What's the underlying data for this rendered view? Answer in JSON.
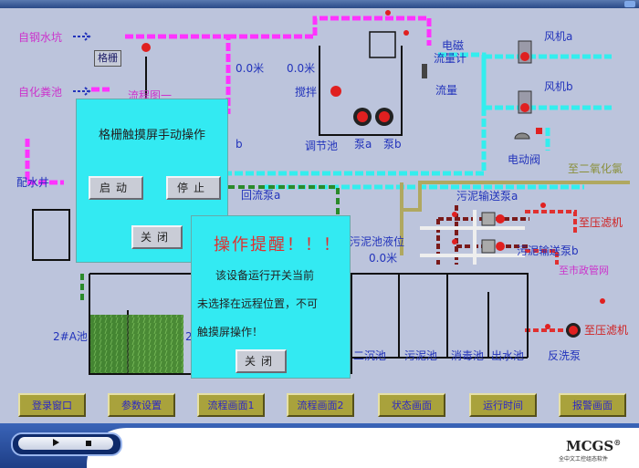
{
  "labels": {
    "zijing": "自钢水坑",
    "zihua": "自化粪池",
    "geshan": "格栅",
    "liucheng": "流程图一",
    "level1": "0.0米",
    "level2": "0.0米",
    "jiaoban": "搅拌",
    "diancidian": "电磁",
    "liuliangji": "流量计",
    "liuliang": "流量",
    "fengji_a": "风机a",
    "fengji_b": "风机b",
    "tiaojiechi": "调节池",
    "beng_a": "泵a",
    "beng_b": "泵b",
    "beng_b_left": "b",
    "diandongfa": "电动阀",
    "zhi_co2": "至二氧化氯",
    "peishuijing": "配水井",
    "huiliubeng": "回流泵a",
    "wuni_a": "污泥输送泵a",
    "wuni_b": "污泥输送泵b",
    "zhi_yalvji1": "至压滤机",
    "zhi_shizheng": "至市政管网",
    "wuni_level_label": "污泥池液位",
    "wuni_level": "0.0米",
    "a2_chi": "2#A池",
    "a2_left": "2",
    "erchenchi": "二沉池",
    "wunichi": "污泥池",
    "xiaoduchi": "消毒池",
    "chushuichi": "出水池",
    "fanxibeng": "反洗泵",
    "zhi_yalvji2": "至压滤机"
  },
  "dialog_manual": {
    "title": "格栅触摸屏手动操作",
    "start_label": "启动",
    "stop_label": "停止",
    "close_label": "关闭"
  },
  "dialog_warning": {
    "title": "操作提醒！！！",
    "line1": "该设备运行开关当前",
    "line2": "未选择在远程位置，不可",
    "line3": "触摸屏操作！",
    "close_label": "关闭"
  },
  "nav": [
    {
      "label": "登录窗口"
    },
    {
      "label": "参数设置"
    },
    {
      "label": "流程画面1"
    },
    {
      "label": "流程画面2"
    },
    {
      "label": "状态画面"
    },
    {
      "label": "运行时间"
    },
    {
      "label": "报警画面"
    }
  ],
  "footer": {
    "brand": "MCGS",
    "brand_mark": "®",
    "subtitle": "全中文工控组态软件"
  },
  "colors": {
    "magenta_pipe": "#ff33ff",
    "cyan_pipe": "#33eeee",
    "olive_pipe": "#b0a860",
    "maroon_pipe": "#7a1a1a",
    "dialog": "#33eaf2",
    "nav_button": "#a9a23c",
    "alarm_red": "#e02020"
  }
}
